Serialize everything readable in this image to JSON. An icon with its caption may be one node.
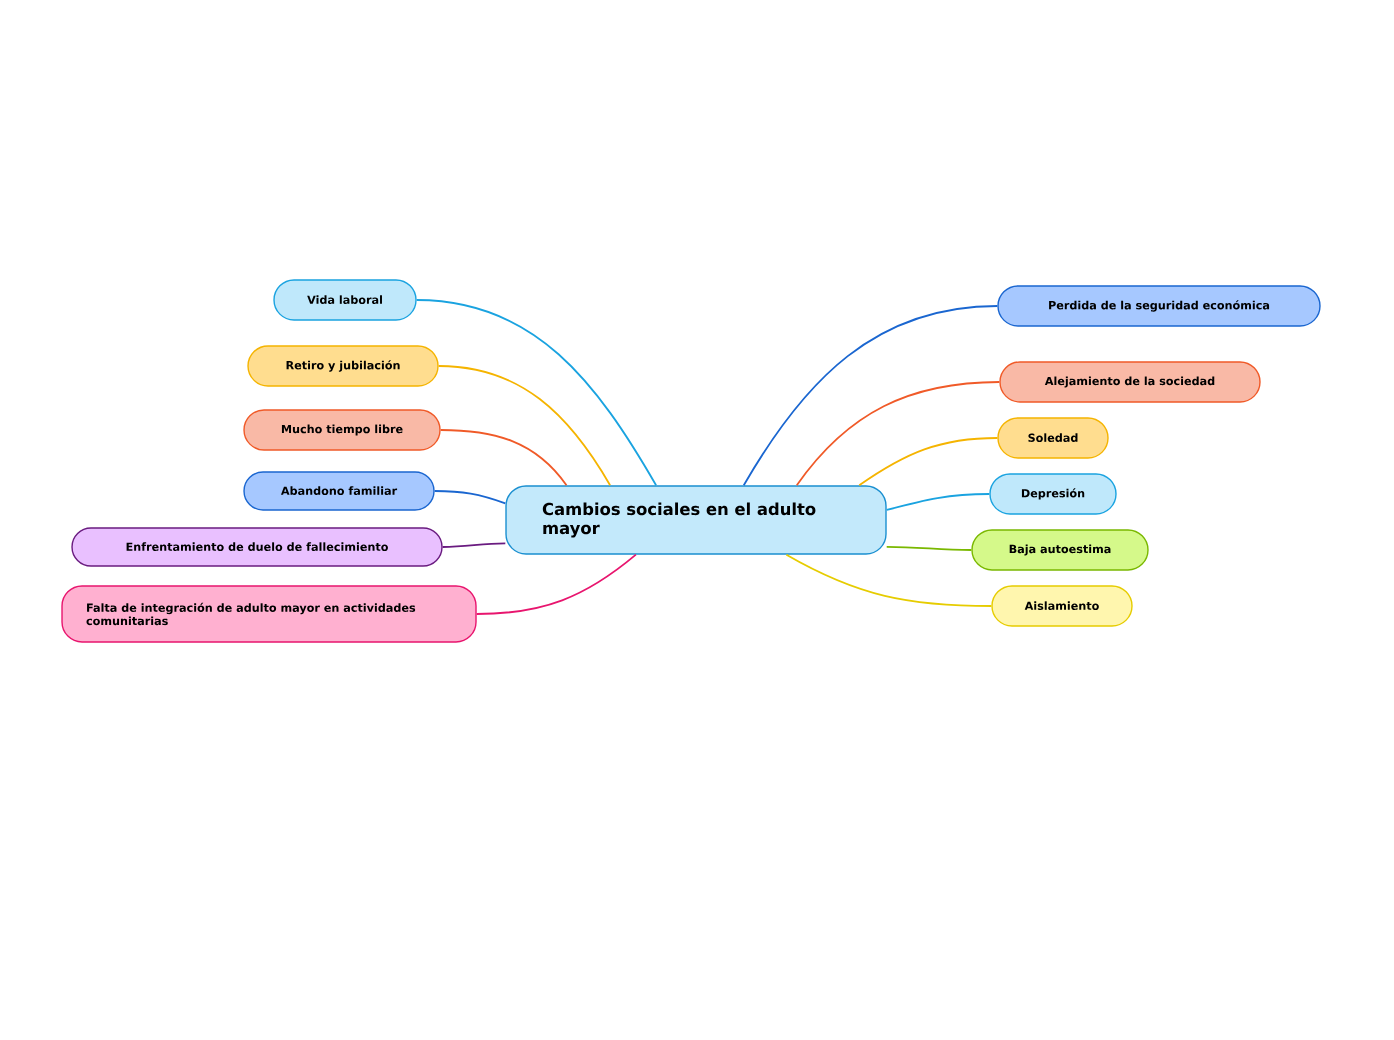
{
  "diagram": {
    "nodes": [
      {
        "text": [
          "Cambios sociales en el adulto mayor"
        ]
      },
      {
        "text": [
          "Vida laboral"
        ]
      },
      {
        "text": [
          "Retiro y jubilación"
        ]
      },
      {
        "text": [
          "Mucho tiempo libre"
        ]
      },
      {
        "text": [
          "Abandono familiar"
        ]
      },
      {
        "text": [
          "Enfrentamiento de duelo de fallecimiento"
        ]
      },
      {
        "text": [
          "Falta de integración de adulto mayor en actividades comunitarias"
        ]
      },
      {
        "text": [
          "Perdida de la seguridad económica"
        ]
      },
      {
        "text": [
          "Alejamiento de la sociedad"
        ]
      },
      {
        "text": [
          "Soledad"
        ]
      },
      {
        "text": [
          "Depresión"
        ]
      },
      {
        "text": [
          "Baja autoestima"
        ]
      },
      {
        "text": [
          "Aislamiento"
        ]
      }
    ],
    "edges": [
      {
        "from": 0,
        "to": 1,
        "arrow": "none",
        "color": "#1aa3e0"
      },
      {
        "from": 0,
        "to": 2,
        "arrow": "none",
        "color": "#f5b400"
      },
      {
        "from": 0,
        "to": 3,
        "arrow": "none",
        "color": "#f05a28"
      },
      {
        "from": 0,
        "to": 4,
        "arrow": "none",
        "color": "#1a66d0"
      },
      {
        "from": 0,
        "to": 5,
        "arrow": "none",
        "color": "#6a1b80"
      },
      {
        "from": 0,
        "to": 6,
        "arrow": "none",
        "color": "#e8156e"
      },
      {
        "from": 0,
        "to": 7,
        "arrow": "none",
        "color": "#1a66d0"
      },
      {
        "from": 0,
        "to": 8,
        "arrow": "none",
        "color": "#f05a28"
      },
      {
        "from": 0,
        "to": 9,
        "arrow": "none",
        "color": "#f5b400"
      },
      {
        "from": 0,
        "to": 10,
        "arrow": "none",
        "color": "#1aa3e0"
      },
      {
        "from": 0,
        "to": 11,
        "arrow": "none",
        "color": "#7ab800"
      },
      {
        "from": 0,
        "to": 12,
        "arrow": "none",
        "color": "#e6cc00"
      }
    ]
  }
}
